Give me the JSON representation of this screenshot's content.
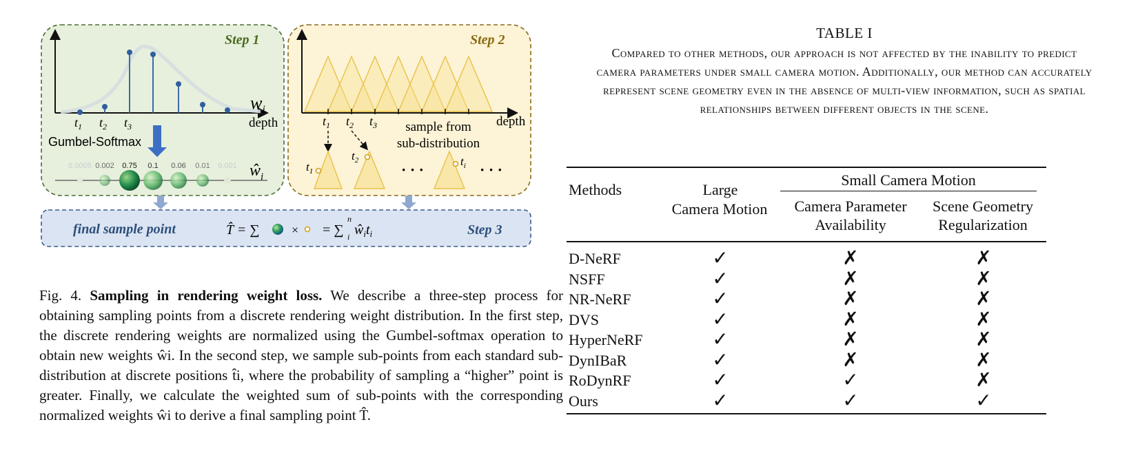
{
  "figure": {
    "step1": "Step 1",
    "step2": "Step 2",
    "step3": "Step 3",
    "w_label": "w",
    "w_sub": "i",
    "what_label": "ŵ",
    "what_sub": "i",
    "depth": "depth",
    "t1": "t",
    "t2": "t",
    "t3": "t",
    "gumbel": "Gumbel-Softmax",
    "weights": [
      "0.0005",
      "0.002",
      "0.75",
      "0.1",
      "0.06",
      "0.01",
      "0.001"
    ],
    "sample_from": "sample from",
    "sub_distribution": "sub-distribution",
    "dots": "· · ·",
    "final_sample_point": "final sample point",
    "formula_lhs": "T̂ = ∑",
    "formula_times": "×",
    "formula_eq": "= ∑",
    "formula_sup": "n",
    "formula_sub": "i",
    "formula_rhs": "ŵ"
  },
  "caption": {
    "prefix": "Fig. 4.",
    "title": "Sampling in rendering weight loss.",
    "body": "We describe a three-step process for obtaining sampling points from a discrete rendering weight distribution. In the first step, the discrete rendering weights are normalized using the Gumbel-softmax operation to obtain new weights ŵi. In the second step, we sample sub-points from each standard sub-distribution at discrete positions t̂i, where the probability of sampling a “higher” point is greater. Finally, we calculate the weighted sum of sub-points with the corresponding normalized weights ŵi to derive a final sampling point T̂."
  },
  "table": {
    "title": "TABLE I",
    "description": "Compared to other methods, our approach is not affected by the inability to predict camera parameters under small camera motion. Additionally, our method can accurately represent scene geometry even in the absence of multi-view information, such as spatial relationships between different objects in the scene.",
    "headers": {
      "methods": "Methods",
      "large_1": "Large",
      "large_2": "Camera Motion",
      "small": "Small Camera Motion",
      "param_1": "Camera Parameter",
      "param_2": "Availability",
      "geom_1": "Scene Geometry",
      "geom_2": "Regularization"
    },
    "rows": [
      {
        "method": "D-NeRF",
        "large": "✓",
        "param": "✗",
        "geom": "✗"
      },
      {
        "method": "NSFF",
        "large": "✓",
        "param": "✗",
        "geom": "✗"
      },
      {
        "method": "NR-NeRF",
        "large": "✓",
        "param": "✗",
        "geom": "✗"
      },
      {
        "method": "DVS",
        "large": "✓",
        "param": "✗",
        "geom": "✗"
      },
      {
        "method": "HyperNeRF",
        "large": "✓",
        "param": "✗",
        "geom": "✗"
      },
      {
        "method": "DynIBaR",
        "large": "✓",
        "param": "✗",
        "geom": "✗"
      },
      {
        "method": "RoDynRF",
        "large": "✓",
        "param": "✓",
        "geom": "✗"
      },
      {
        "method": "Ours",
        "large": "✓",
        "param": "✓",
        "geom": "✓"
      }
    ]
  }
}
